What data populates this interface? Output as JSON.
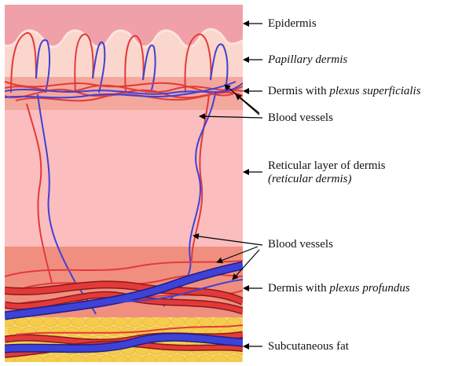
{
  "labels": {
    "epidermis": "Epidermis",
    "papillary": "Papillary dermis",
    "plexus_sup_prefix": "Dermis with ",
    "plexus_sup_italic": "plexus superficialis",
    "blood_vessels_top": "Blood vessels",
    "reticular_line1": "Reticular layer of dermis",
    "reticular_line2": "(reticular dermis)",
    "blood_vessels_bottom": "Blood vessels",
    "plexus_pro_prefix": "Dermis with ",
    "plexus_pro_italic": "plexus profundus",
    "subcutaneous": "Subcutaneous fat"
  },
  "colors": {
    "epidermis": "#f0a0a8",
    "papillary": "#fad6cc",
    "plexus_superficialis_band": "#f4a79c",
    "reticular": "#fbbdbe",
    "plexus_profundus_band": "#f08f80",
    "fat_background": "#f7d46a",
    "fat_cell": "#f6cc4c",
    "artery": "#e23a3a",
    "vein": "#3f42d6",
    "pointer": "#000000"
  }
}
